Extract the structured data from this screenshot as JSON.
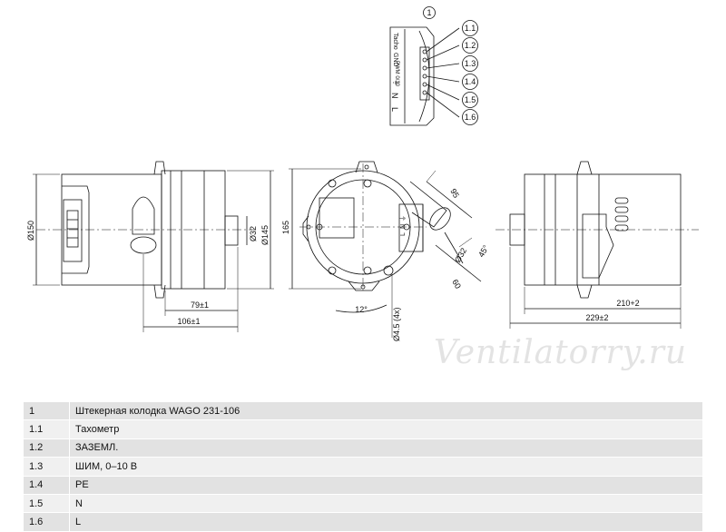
{
  "connector": {
    "number": "1",
    "callouts": [
      "1.1",
      "1.2",
      "1.3",
      "1.4",
      "1.5",
      "1.6"
    ],
    "terminal_labels": [
      "Tacho",
      "GND",
      "PWM 0/10",
      "⏚",
      "N",
      "L"
    ]
  },
  "dimensions": {
    "side_left": {
      "dia_outer": "Ø150",
      "dia_spigot": "Ø32",
      "dia_body": "Ø145",
      "len_a": "79±1",
      "len_b": "106±1"
    },
    "front": {
      "height": "165",
      "dist": "95",
      "dia": "Ø32",
      "angle_side": "45°",
      "offset": "60",
      "angle_bottom": "12°",
      "holes": "Ø4.5 (4x)"
    },
    "side_right": {
      "len_a": "210+2",
      "len_b": "229±2"
    },
    "mini_labels": [
      "L",
      "N",
      "⏚"
    ]
  },
  "watermark": "Ventilatorry.ru",
  "legend": [
    {
      "num": "1",
      "desc": "Штекерная колодка WAGO 231-106"
    },
    {
      "num": "1.1",
      "desc": "Тахометр"
    },
    {
      "num": "1.2",
      "desc": "ЗАЗЕМЛ."
    },
    {
      "num": "1.3",
      "desc": "ШИМ, 0–10 В"
    },
    {
      "num": "1.4",
      "desc": "PE"
    },
    {
      "num": "1.5",
      "desc": "N"
    },
    {
      "num": "1.6",
      "desc": "L"
    }
  ]
}
